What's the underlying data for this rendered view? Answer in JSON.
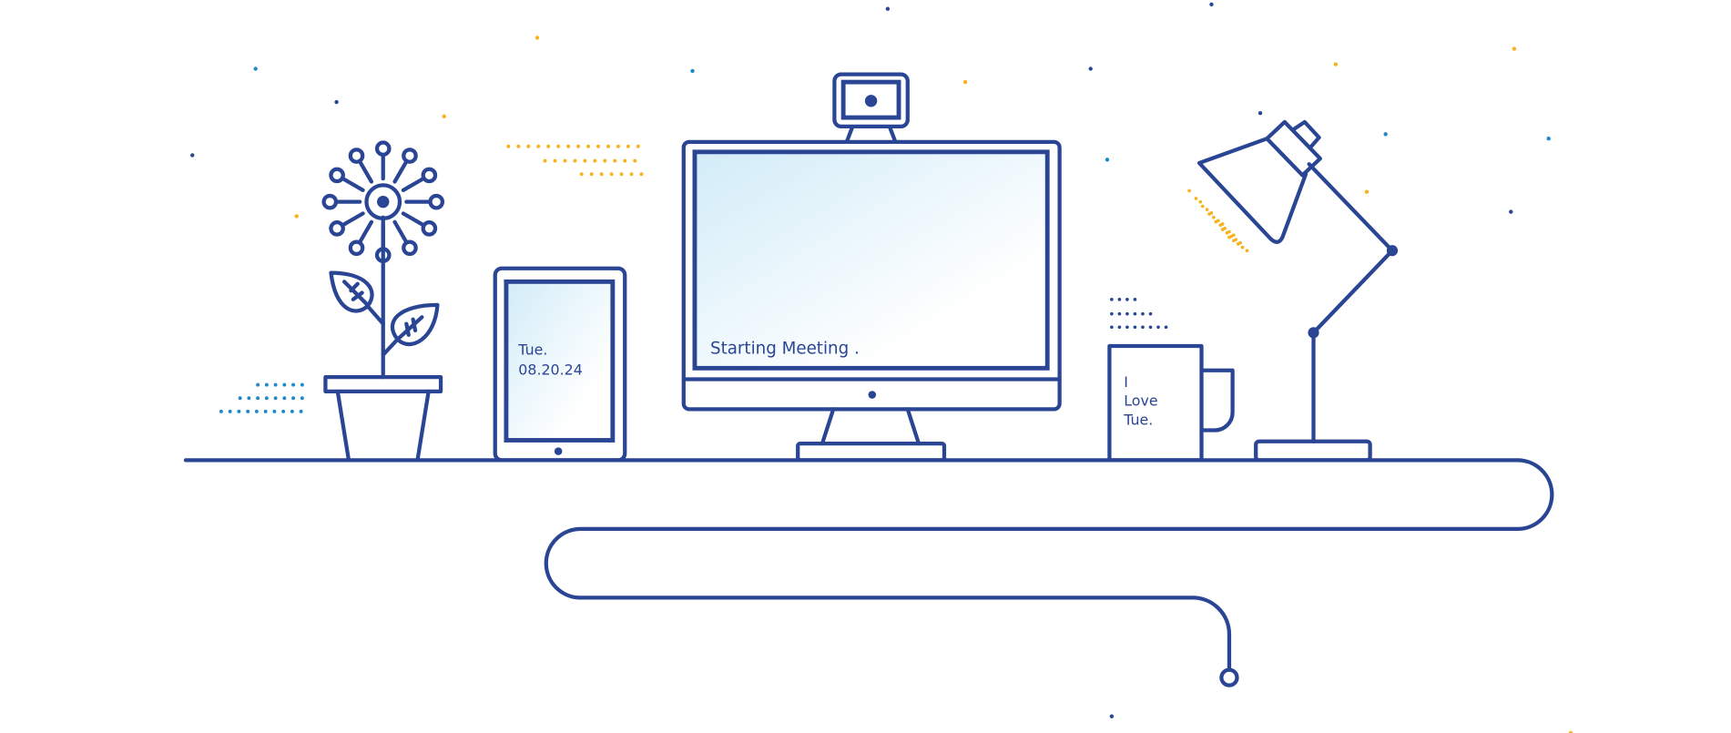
{
  "colors": {
    "line": "#2a4594",
    "accent_orange": "#f9b21b",
    "accent_blue": "#1e88c9",
    "screen_light": "#d2ecf8"
  },
  "monitor": {
    "screen_text": "Starting Meeting ."
  },
  "tablet": {
    "day": "Tue.",
    "date": "08.20.24"
  },
  "mug": {
    "line1": "I",
    "line2": "Love",
    "line3": "Tue."
  }
}
